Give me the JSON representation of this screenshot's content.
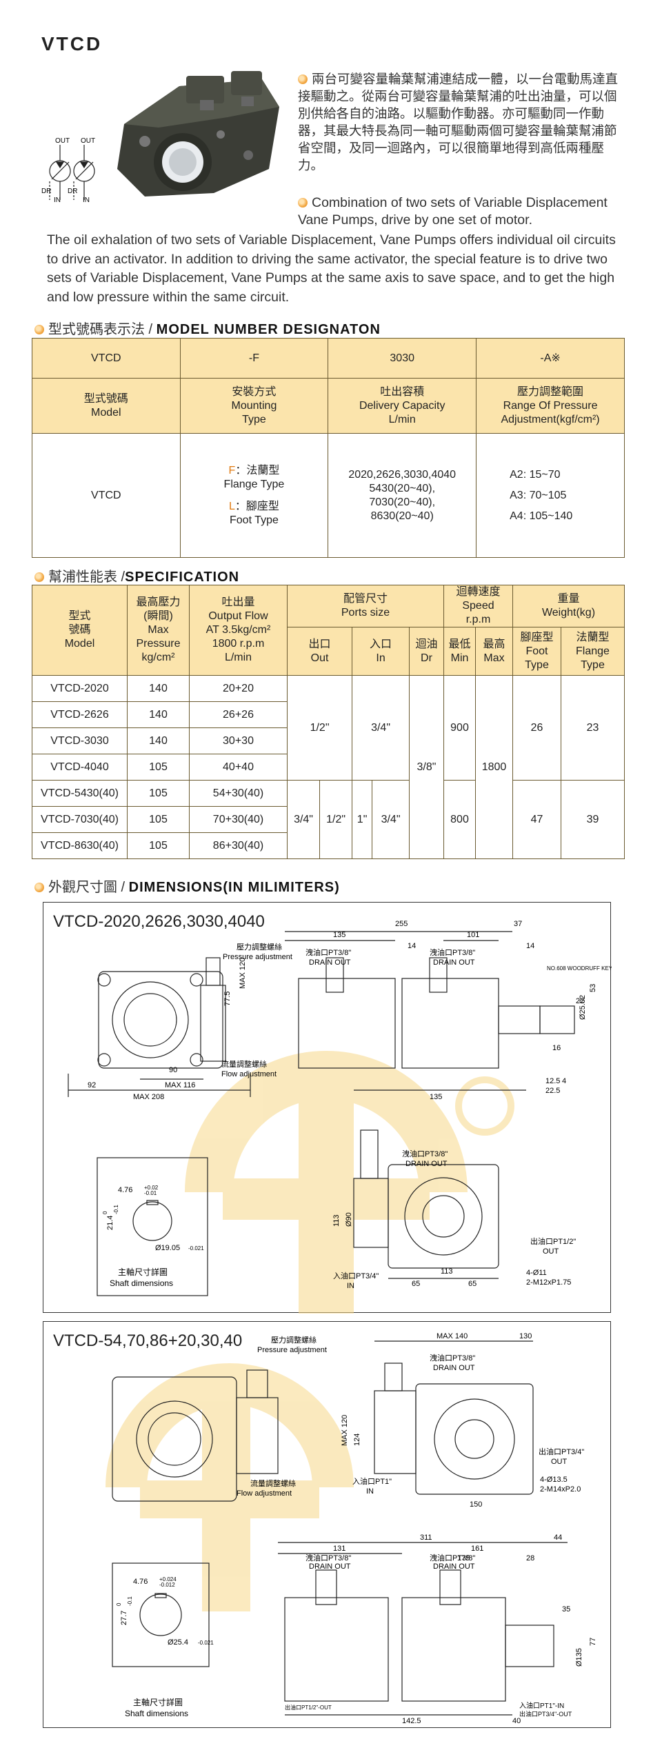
{
  "title": "VTCD",
  "colors": {
    "accent": "#f2a844",
    "table_header": "#fbe4ac",
    "border": "#6a5a30",
    "watermark": "#f7d88a"
  },
  "photo": {
    "label_out1": "OUT",
    "label_out2": "OUT",
    "label_dr1": "DR",
    "label_in1": "IN",
    "label_dr2": "DR",
    "label_in2": "IN"
  },
  "description": {
    "zh": "兩台可變容量輪葉幫浦連結成一體，以一台電動馬達直接驅動之。從兩台可變容量輪葉幫浦的吐出油量，可以個別供給各自的油路。以驅動作動器。亦可驅動同一作動器，其最大特長為同一軸可驅動兩個可變容量輪葉幫浦節省空間，及同一迴路內，可以很簡單地得到高低兩種壓力。",
    "en_lead": "Combination of two sets of Variable Displacement Vane Pumps, drive by one set of motor.",
    "en_body": "The oil exhalation of two sets of Variable Displacement, Vane Pumps offers individual oil circuits to drive an activator. In addition to driving the same activator, the special feature is to drive two sets of Variable Displacement, Vane Pumps at the same axis to save space, and  to get the  high and low pressure within the same circuit."
  },
  "model_section": {
    "zh": "型式號碼表示法 / ",
    "en": "MODEL NUMBER DESIGNATON"
  },
  "model_table": {
    "codes": [
      "VTCD",
      "-F",
      "3030",
      "-A※"
    ],
    "headers": [
      {
        "zh": "型式號碼",
        "en": "Model"
      },
      {
        "zh": "安裝方式",
        "en1": "Mounting",
        "en2": "Type"
      },
      {
        "zh": "吐出容積",
        "en1": "Delivery Capacity",
        "en2": "L/min"
      },
      {
        "zh": "壓力調整範圍",
        "en1": "Range Of Pressure",
        "en2": "Adjustment(kgf/cm²)"
      }
    ],
    "model": "VTCD",
    "mount_f_code": "F",
    "mount_f_zh": "：法蘭型",
    "mount_f_en": "Flange Type",
    "mount_l_code": "L",
    "mount_l_zh": "：腳座型",
    "mount_l_en": "Foot Type",
    "capacities": [
      "2020,2626,3030,4040",
      "5430(20~40),",
      "7030(20~40),",
      "8630(20~40)"
    ],
    "pressures": [
      "A2: 15~70",
      "A3: 70~105",
      "A4: 105~140"
    ]
  },
  "spec_section": {
    "zh": "幫浦性能表 /",
    "en": "SPECIFICATION"
  },
  "spec_table": {
    "h_model": [
      "型式",
      "號碼",
      "Model"
    ],
    "h_pressure": [
      "最高壓力",
      "(瞬間)",
      "Max",
      "Pressure",
      "kg/cm²"
    ],
    "h_flow": [
      "吐出量",
      "Output Flow",
      "AT 3.5kg/cm²",
      "1800 r.p.m",
      "L/min"
    ],
    "h_ports": [
      "配管尺寸",
      "Ports size"
    ],
    "h_speed": [
      "迴轉速度",
      "Speed",
      "r.p.m"
    ],
    "h_weight": [
      "重量",
      "Weight(kg)"
    ],
    "h_out": [
      "出口",
      "Out"
    ],
    "h_in": [
      "入口",
      "In"
    ],
    "h_dr": [
      "迴油",
      "Dr"
    ],
    "h_min": [
      "最低",
      "Min"
    ],
    "h_max": [
      "最高",
      "Max"
    ],
    "h_foot": [
      "腳座型",
      "Foot",
      "Type"
    ],
    "h_flange": [
      "法蘭型",
      "Flange",
      "Type"
    ],
    "rows": [
      {
        "model": "VTCD-2020",
        "pressure": "140",
        "flow": "20+20"
      },
      {
        "model": "VTCD-2626",
        "pressure": "140",
        "flow": "26+26"
      },
      {
        "model": "VTCD-3030",
        "pressure": "140",
        "flow": "30+30"
      },
      {
        "model": "VTCD-4040",
        "pressure": "105",
        "flow": "40+40"
      },
      {
        "model": "VTCD-5430(40)",
        "pressure": "105",
        "flow": "54+30(40)"
      },
      {
        "model": "VTCD-7030(40)",
        "pressure": "105",
        "flow": "70+30(40)"
      },
      {
        "model": "VTCD-8630(40)",
        "pressure": "105",
        "flow": "86+30(40)"
      }
    ],
    "g1_out": "1/2\"",
    "g1_in": "3/4\"",
    "g1_min": "900",
    "g1_foot": "26",
    "g1_flange": "23",
    "dr": "3/8\"",
    "max_speed": "1800",
    "g2_out_a": "3/4\"",
    "g2_out_b": "1/2\"",
    "g2_in_a": "1\"",
    "g2_in_b": "3/4\"",
    "g2_min": "800",
    "g2_foot": "47",
    "g2_flange": "39"
  },
  "dim_section": {
    "zh": "外觀尺寸圖 / ",
    "en": "DIMENSIONS(IN MILIMITERS)"
  },
  "dim1": {
    "title": "VTCD-2020,2626,3030,4040",
    "pressure_adj_zh": "壓力調整螺絲",
    "pressure_adj_en": "Pressure adjustment",
    "flow_adj_zh": "流量調整螺絲",
    "flow_adj_en": "Flow adjustment",
    "dims": [
      "77.5",
      "MAX 120",
      "90",
      "92",
      "MAX 116",
      "MAX 208"
    ],
    "side_dims": [
      "255",
      "37",
      "135",
      "101",
      "14",
      "14",
      "135",
      "12.5",
      "4",
      "22.5",
      "22",
      "16",
      "53",
      "Ø25.02"
    ],
    "drain1": "洩油口PT3/8\"",
    "drain_out1": "DRAIN OUT",
    "drain2": "洩油口PT3/8\"",
    "drain_out2": "DRAIN OUT",
    "key": "NO.608 WOODRUFF KEY",
    "shaft_dims": [
      "4.76",
      "+0.02",
      "-0.01",
      "21.4",
      "0",
      "-0.1",
      "Ø19.05",
      "-0.021"
    ],
    "shaft_zh": "主軸尺寸詳圖",
    "shaft_en": "Shaft dimensions",
    "front_drain": "洩油口PT3/8\"",
    "front_drain_out": "DRAIN OUT",
    "front_dims": [
      "113",
      "Ø90",
      "113",
      "65",
      "65"
    ],
    "in_label": "入油口PT3/4\"",
    "in": "IN",
    "out_label": "出油口PT1/2\"",
    "out": "OUT",
    "holes": [
      "4-Ø11",
      "2-M12xP1.75"
    ]
  },
  "dim2": {
    "title": "VTCD-54,70,86+20,30,40",
    "pressure_adj_zh": "壓力調整螺絲",
    "pressure_adj_en": "Pressure adjustment",
    "flow_adj_zh": "流量調整螺絲",
    "flow_adj_en": "Flow adjustment",
    "top_dims": [
      "MAX 140",
      "130"
    ],
    "drain": "洩油口PT3/8\"",
    "drain_out": "DRAIN OUT",
    "side_dims": [
      "MAX 120",
      "124",
      "150"
    ],
    "in_label": "入油口PT1\"",
    "in": "IN",
    "out_label": "出油口PT3/4\"",
    "out": "OUT",
    "holes": [
      "4-Ø13.5",
      "2-M14xP2.0"
    ],
    "shaft_dims": [
      "4.76",
      "+0.024",
      "-0.012",
      "27.7",
      "0",
      "-0.1",
      "Ø25.4",
      "-0.021"
    ],
    "shaft_zh": "主軸尺寸詳圖",
    "shaft_en": "Shaft dimensions",
    "bottom_dims": [
      "311",
      "44",
      "131",
      "161",
      "28",
      "175",
      "35",
      "Ø135",
      "77",
      "142.5",
      "40"
    ],
    "drain_b1": "洩油口PT3/8\"",
    "drain_out_b1": "DRAIN OUT",
    "drain_b2": "洩油口PT3/8\"",
    "drain_out_b2": "DRAIN OUT",
    "in_b": "入油口PT1\"-IN",
    "out_b": "出油口PT3/4\"-OUT",
    "out_b2": "出油口PT1/2\"-OUT"
  }
}
